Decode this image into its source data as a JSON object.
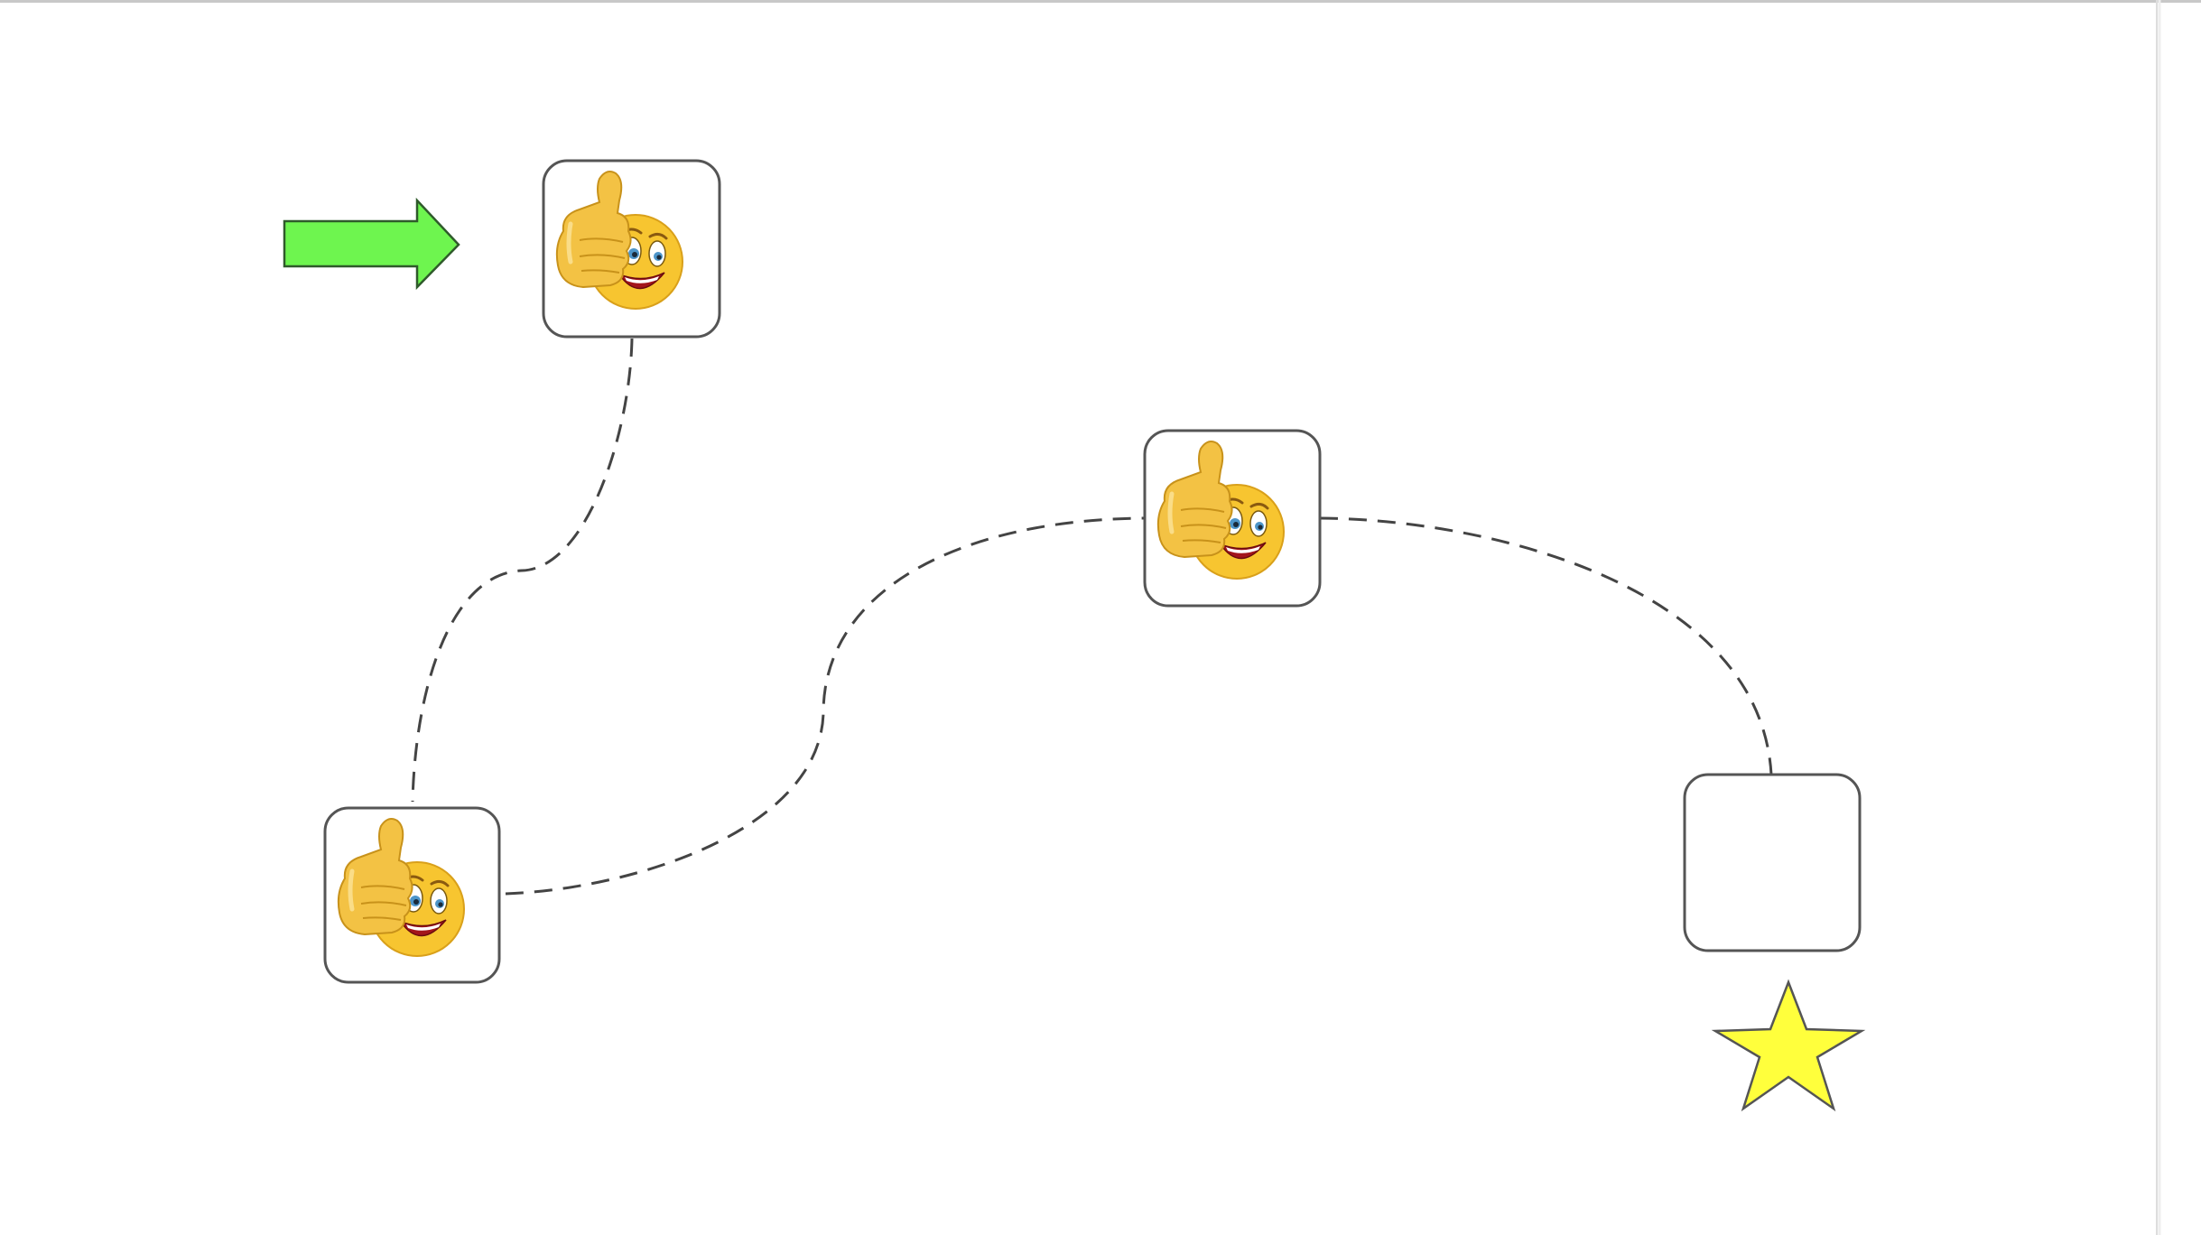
{
  "slide": {
    "name": "emoji-path-slide"
  },
  "colors": {
    "background": "#ffffff",
    "border": "#555555",
    "box_fill": "#ffffff",
    "path_dash": "#444444",
    "arrow_fill": "#6ef54f",
    "arrow_stroke": "#2f5a2b",
    "star_fill": "#ffff3c",
    "star_stroke": "#555555",
    "emoji_face": "#f7c530",
    "emoji_hand": "#f3c244",
    "emoji_mouth": "#a3151b",
    "emoji_eye_iris": "#4d95c9"
  },
  "nodes": [
    {
      "id": "node-1",
      "content": "thumbs-up-emoji",
      "state": "filled"
    },
    {
      "id": "node-2",
      "content": "thumbs-up-emoji",
      "state": "filled"
    },
    {
      "id": "node-3",
      "content": "thumbs-up-emoji",
      "state": "filled"
    },
    {
      "id": "node-4",
      "content": "",
      "state": "empty"
    }
  ],
  "connectors": [
    {
      "from": "node-1",
      "to": "node-2",
      "style": "dashed"
    },
    {
      "from": "node-2",
      "to": "node-3",
      "style": "dashed"
    },
    {
      "from": "node-3",
      "to": "node-4",
      "style": "dashed"
    }
  ],
  "markers": {
    "start": {
      "icon": "right-arrow-icon",
      "points_to": "node-1"
    },
    "goal": {
      "icon": "star-icon",
      "near": "node-4"
    }
  }
}
